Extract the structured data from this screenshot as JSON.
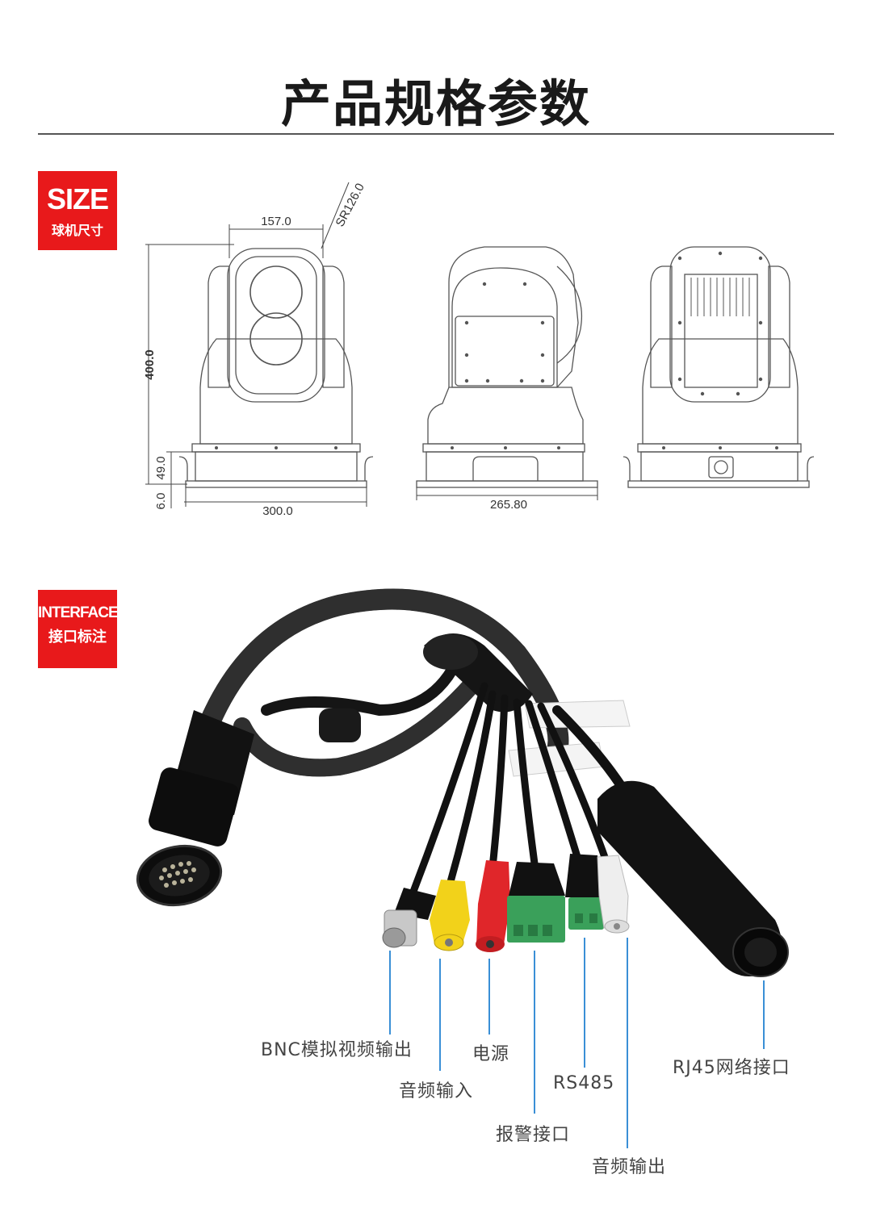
{
  "header": {
    "title": "产品规格参数"
  },
  "size_section": {
    "badge_main": "SIZE",
    "badge_sub": "球机尺寸",
    "dimensions": {
      "top_width": "157.0",
      "sphere_radius": "SR126.0",
      "height": "400.0",
      "base_height": "49.0",
      "plate_thickness": "6.0",
      "base_width": "300.0",
      "side_width": "265.80"
    }
  },
  "interface_section": {
    "badge_main": "INTERFACE",
    "badge_sub": "接口标注",
    "labels": {
      "bnc": "BNC模拟视频输出",
      "audio_in": "音频输入",
      "power": "电源",
      "alarm": "报警接口",
      "rs485": "RS485",
      "audio_out": "音频输出",
      "rj45": "RJ45网络接口"
    },
    "colors": {
      "leader_line": "#3a8fd6",
      "bnc_body": "#c8c8c8",
      "audio_in": "#f2d21a",
      "power": "#e0262a",
      "terminal": "#3aa05a",
      "audio_out": "#eeeeee",
      "cable": "#111111"
    }
  }
}
